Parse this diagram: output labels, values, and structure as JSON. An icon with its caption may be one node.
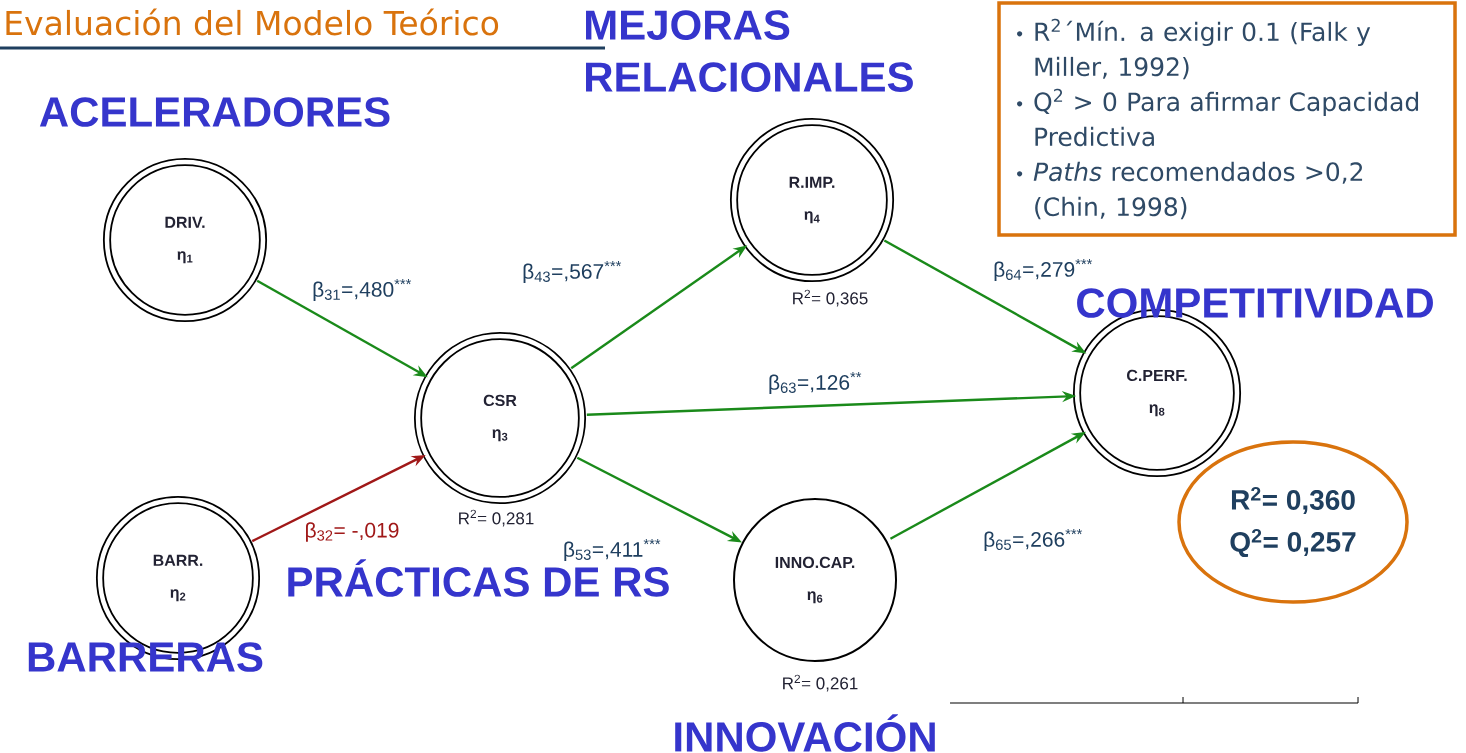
{
  "diagram": {
    "title": "Evaluación del Modelo Teórico",
    "nodes": [
      {
        "text": [
          "DRIV.",
          "η$_{1}$"
        ]
      },
      {
        "text": [
          "BARR.",
          "η$_{2}$"
        ]
      },
      {
        "text": [
          "CSR",
          "η$_{3}$"
        ],
        "beside": [
          "R$^{2}$= 0,281"
        ]
      },
      {
        "text": [
          "R.IMP.",
          "η$_{4}$"
        ],
        "beside": [
          "R$^{2}$= 0,365"
        ]
      },
      {
        "text": [
          "INNO.CAP.",
          "η$_{6}$"
        ],
        "beside": [
          "R$^{2}$= 0,261"
        ]
      },
      {
        "text": [
          "C.PERF.",
          "η$_{8}$"
        ]
      },
      {
        "text": [
          "R$^{2}$= 0,360",
          "Q$^{2}$= 0,257"
        ]
      },
      {
        "text": [
          "R$^{2}$´Mín. a exigir 0.1 (Falk y Miller, 1992)",
          "Q$^{2}$ > 0 Para afirmar Capacidad Predictiva",
          "*Paths* recomendados >0,2 (Chin, 1998)"
        ]
      }
    ],
    "edges": [
      {
        "from": 0,
        "to": 2,
        "arrow": "to",
        "label": "β$_{31}$=,480$^{***}$"
      },
      {
        "from": 1,
        "to": 2,
        "arrow": "to",
        "label": "β$_{32}$= -,019",
        "color": "#a01818"
      },
      {
        "from": 2,
        "to": 3,
        "arrow": "to",
        "label": "β$_{43}$=,567$^{***}$"
      },
      {
        "from": 2,
        "to": 5,
        "arrow": "to",
        "label": "β$_{63}$=,126$^{**}$"
      },
      {
        "from": 2,
        "to": 4,
        "arrow": "to",
        "label": "β$_{53}$=,411$^{***}$"
      },
      {
        "from": 3,
        "to": 5,
        "arrow": "to",
        "label": "β$_{64}$=,279$^{***}$"
      },
      {
        "from": 4,
        "to": 5,
        "arrow": "to",
        "label": "β$_{65}$=,266$^{***}$"
      }
    ],
    "labels": [
      "MEJORAS RELACIONALES",
      "ACELERADORES",
      "COMPETITIVIDAD",
      "PRÁCTICAS DE RS",
      "BARRERAS",
      "INNOVACIÓN"
    ]
  }
}
